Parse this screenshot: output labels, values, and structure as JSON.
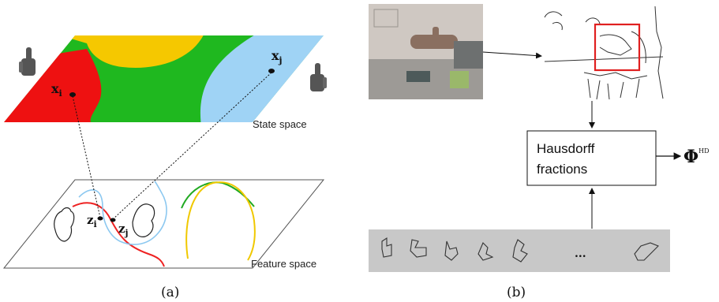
{
  "panel_a": {
    "caption": "(a)",
    "state_space_label": "State space",
    "feature_space_label": "Feature space",
    "xi": "x",
    "xi_sub": "i",
    "xj": "x",
    "xj_sub": "j",
    "zi": "z",
    "zi_sub": "i",
    "zj": "z",
    "zj_sub": "j",
    "region_colors": {
      "red": "#ee1111",
      "yellow": "#f5c800",
      "green": "#1fb81f",
      "blue": "#9fd3f5"
    }
  },
  "panel_b": {
    "caption": "(b)",
    "box_line1": "Hausdorff",
    "box_line2": "fractions",
    "output_symbol": "Φ",
    "output_superscript": "HD",
    "template_ellipsis": "...",
    "template_strip_color": "#c8c8c8",
    "highlight_color": "#e02020"
  }
}
